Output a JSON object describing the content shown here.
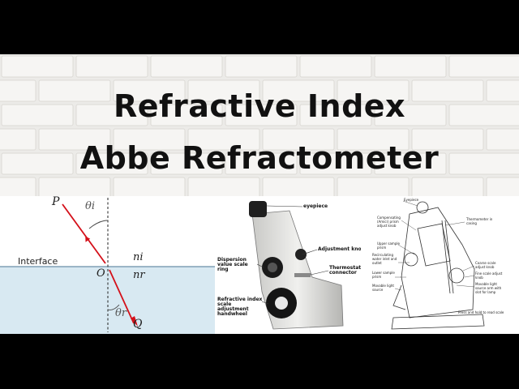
{
  "title": {
    "line1": "Refractive Index",
    "line2": "Abbe Refractometer"
  },
  "snell_diagram": {
    "point_incident": "P",
    "point_origin": "O",
    "point_refracted": "Q",
    "angle_incident": "θi",
    "angle_refracted": "θr",
    "interface_label": "Interface",
    "index_incident": "ni",
    "index_refracted": "nr"
  },
  "refractometer_photo": {
    "labels": {
      "eyepiece": "eyepiece",
      "adjustment_knob": "Adjustment knob",
      "dispersion_ring": "Dispersion value scale ring",
      "thermostat": "Thermostat connector",
      "handwheel": "Refractive index scale adjustment handwheel"
    }
  },
  "refractometer_drawing": {
    "labels": {
      "eyepiece": "Eyepiece",
      "compensating": "Compensating (Amici) prism adjust knob",
      "upper_prism": "Upper sample prism",
      "recirculating": "Recirculating water inlet and outlet",
      "lower_prism": "Lower sample prism",
      "movable_light": "Movable light source",
      "thermometer": "Thermometer in casing",
      "coarse": "Coarse scale adjust knob",
      "fine": "Fine scale adjust knob",
      "light_arm": "Movable light source arm with slot for lamp",
      "press_button": "Press and hold to read scale"
    }
  }
}
